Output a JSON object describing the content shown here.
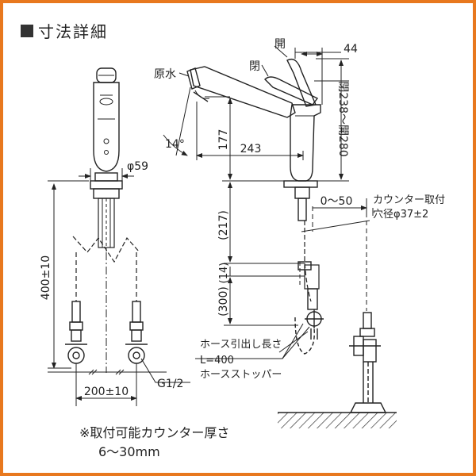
{
  "header": {
    "title": "寸法詳細"
  },
  "labels": {
    "dia59": "φ59",
    "height400": "400±10",
    "thread": "G1/2",
    "spacing200": "200±10",
    "raw_water": "原水",
    "open1": "開",
    "open2": "閉",
    "dim44": "44",
    "dim280": "開280",
    "dim238": "閉238～",
    "dim177": "177",
    "dim243": "243",
    "angle14": "14°",
    "range050": "0～50",
    "dim217": "(217)",
    "dim14": "(14)",
    "dim300": "(300)",
    "counter_hole_1": "カウンター取付",
    "counter_hole_2": "穴径φ37±2",
    "hose_1": "ホース引出し長さ",
    "hose_2": "L=400",
    "hose_3": "ホースストッパー"
  },
  "note": {
    "line1": "※取付可能カウンター厚さ",
    "line2": "6～30mm"
  },
  "colors": {
    "frame": "#e8781e",
    "ink": "#222222"
  }
}
